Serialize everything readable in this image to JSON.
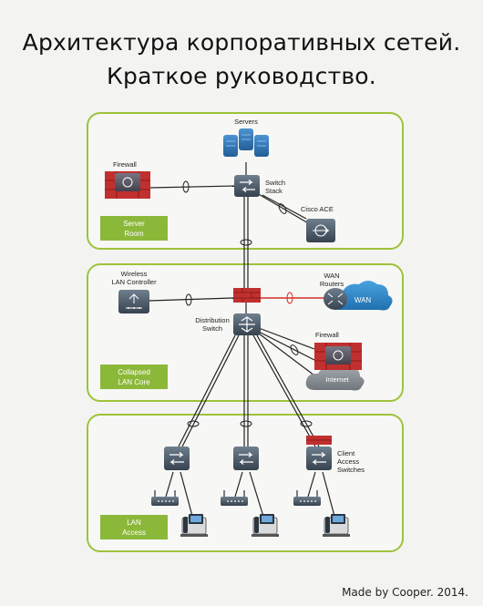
{
  "title": {
    "line1": "Архитектура корпоративных сетей.",
    "line2": "Краткое руководство."
  },
  "credit": "Made by Cooper. 2014.",
  "zones": {
    "server_room": [
      "Server",
      "Room"
    ],
    "lan_core": [
      "Collapsed",
      "LAN Core"
    ],
    "lan_access": [
      "LAN",
      "Access"
    ]
  },
  "labels": {
    "servers": "Servers",
    "firewall_top": "Firewall",
    "switch_stack": [
      "Switch",
      "Stack"
    ],
    "cisco_ace": "Cisco ACE",
    "wlc": [
      "Wireless",
      "LAN Controller"
    ],
    "wan_routers": [
      "WAN",
      "Routers"
    ],
    "wan_cloud": "WAN",
    "distribution_switch": [
      "Distribution",
      "Switch"
    ],
    "firewall_core": "Firewall",
    "internet": "Internet",
    "client_access": [
      "Client",
      "Access",
      "Switches"
    ]
  },
  "colors": {
    "zone_border": "#9ec33a",
    "zone_tag": "#8cb83a",
    "device": "#3d4a57",
    "device_light": "#5f6f7e",
    "firewall": "#c0302e",
    "wan_cloud": "#2f86c8",
    "internet_cloud": "#8a8f95",
    "server_blue": "#2f76b8",
    "link_red": "#d0322d"
  }
}
